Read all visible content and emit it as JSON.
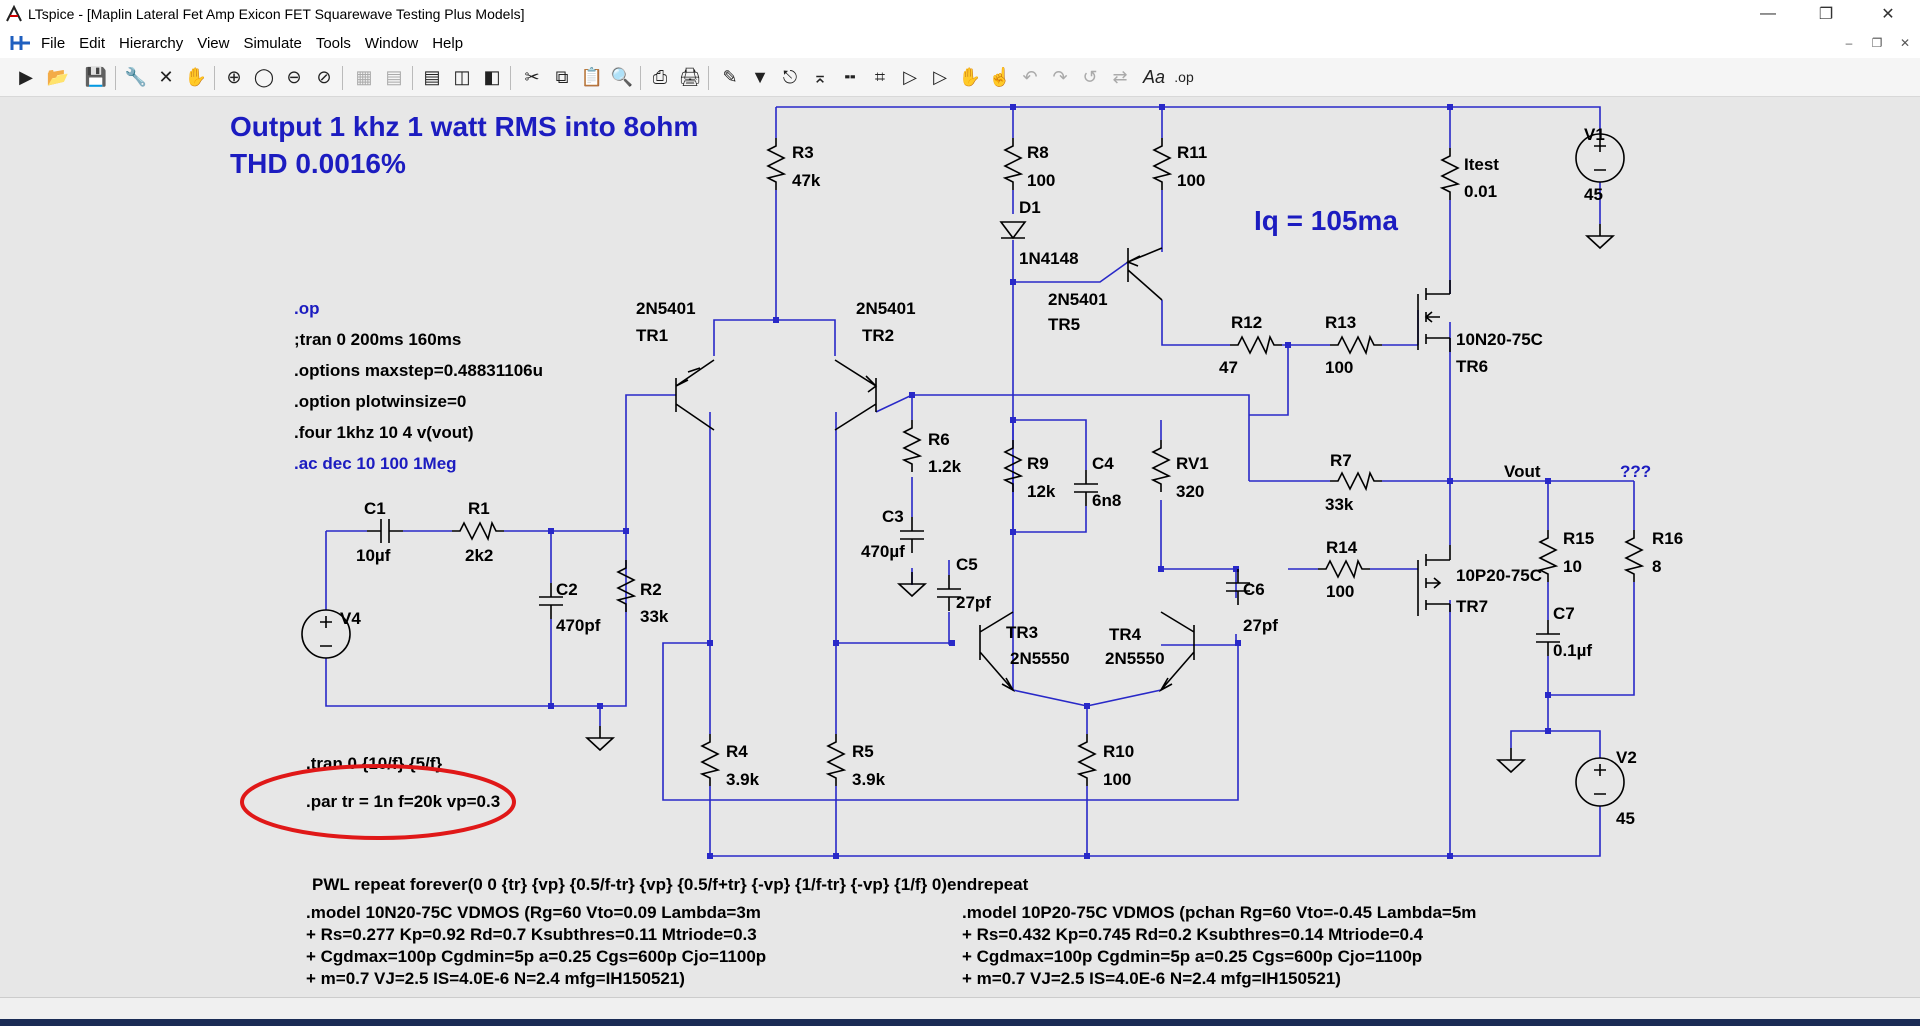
{
  "window": {
    "title": "LTspice - [Maplin Lateral Fet Amp Exicon FET Squarewave Testing Plus Models]"
  },
  "menu": [
    "File",
    "Edit",
    "Hierarchy",
    "View",
    "Simulate",
    "Tools",
    "Window",
    "Help"
  ],
  "toolbar_icons": [
    "run-icon",
    "open-icon",
    "save-icon",
    "control-panel-icon",
    "halt-icon",
    "pan-icon",
    "zoom-in-icon",
    "zoom-area-icon",
    "zoom-out-icon",
    "zoom-cancel-icon",
    "autorange-icon",
    "fit-icon",
    "tile-icon",
    "cascade-icon",
    "close-all-icon",
    "cut-icon",
    "copy-icon",
    "paste-icon",
    "find-icon",
    "print-setup-icon",
    "print-icon",
    "wire-icon",
    "ground-icon",
    "label-icon",
    "resistor-icon",
    "capacitor-icon",
    "inductor-icon",
    "diode-icon",
    "component-icon",
    "move-icon",
    "drag-icon",
    "undo-icon",
    "redo-icon",
    "rotate-icon",
    "mirror-icon",
    "text-icon",
    "spice-directive-icon"
  ],
  "schematic": {
    "heading_line1": "Output 1 khz 1 watt RMS into 8ohm",
    "heading_line2": "THD 0.0016%",
    "iq_label": "Iq = 105ma",
    "directives": {
      "op": ".op",
      "tran_comment": ";tran 0 200ms 160ms",
      "maxstep": ".options maxstep=0.48831106u",
      "plotwinsize": ".option plotwinsize=0",
      "four": ".four 1khz 10 4 v(vout)",
      "ac": ".ac dec 10 100 1Meg",
      "tran": ".tran 0 {10/f} {5/f}",
      "par": ".par tr = 1n f=20k vp=0.3",
      "pwl": "PWL repeat forever(0 0 {tr} {vp} {0.5/f-tr} {vp} {0.5/f+tr} {-vp} {1/f-tr} {-vp} {1/f} 0)endrepeat"
    },
    "models": {
      "nmos": [
        ".model 10N20-75C VDMOS (Rg=60 Vto=0.09 Lambda=3m",
        "+ Rs=0.277 Kp=0.92 Rd=0.7 Ksubthres=0.11 Mtriode=0.3",
        "+ Cgdmax=100p Cgdmin=5p a=0.25 Cgs=600p Cjo=1100p",
        "+ m=0.7 VJ=2.5 IS=4.0E-6 N=2.4 mfg=IH150521)"
      ],
      "pmos": [
        ".model 10P20-75C VDMOS (pchan Rg=60 Vto=-0.45 Lambda=5m",
        "+ Rs=0.432 Kp=0.745 Rd=0.2 Ksubthres=0.14 Mtriode=0.4",
        "+ Cgdmax=100p Cgdmin=5p a=0.25 Cgs=600p Cjo=1100p",
        "+ m=0.7 VJ=2.5 IS=4.0E-6 N=2.4 mfg=IH150521)"
      ]
    },
    "labels": {
      "r3": "R3",
      "r3v": "47k",
      "r8": "R8",
      "r8v": "100",
      "r11": "R11",
      "r11v": "100",
      "d1": "D1",
      "d1v": "1N4148",
      "itest": "Itest",
      "itestv": "0.01",
      "v1": "V1",
      "v1v": "45",
      "v2": "V2",
      "v2v": "45",
      "v4": "V4",
      "tr1t": "2N5401",
      "tr1": "TR1",
      "tr2t": "2N5401",
      "tr2": "TR2",
      "tr5t": "2N5401",
      "tr5": "TR5",
      "r12": "R12",
      "r12v": "47",
      "r13": "R13",
      "r13v": "100",
      "tr6t": "10N20-75C",
      "tr6": "TR6",
      "tr7t": "10P20-75C",
      "tr7": "TR7",
      "r6": "R6",
      "r6v": "1.2k",
      "r9": "R9",
      "r9v": "12k",
      "c4": "C4",
      "c4v": "6n8",
      "rv1": "RV1",
      "rv1v": "320",
      "r7": "R7",
      "r7v": "33k",
      "vout": "Vout",
      "qqq": "???",
      "c1": "C1",
      "c1v": "10µf",
      "r1": "R1",
      "r1v": "2k2",
      "c3": "C3",
      "c3v": "470µf",
      "c5": "C5",
      "c5v": "27pf",
      "r14": "R14",
      "r14v": "100",
      "r15": "R15",
      "r15v": "10",
      "r16": "R16",
      "r16v": "8",
      "c2": "C2",
      "c2v": "470pf",
      "r2": "R2",
      "r2v": "33k",
      "tr3": "TR3",
      "tr3t": "2N5550",
      "tr4": "TR4",
      "tr4t": "2N5550",
      "c6": "C6",
      "c6v": "27pf",
      "c7": "C7",
      "c7v": "0.1µf",
      "r4": "R4",
      "r4v": "3.9k",
      "r5": "R5",
      "r5v": "3.9k",
      "r10": "R10",
      "r10v": "100"
    },
    "colors": {
      "wire": "#2929c8",
      "component": "#000000",
      "blue_text": "#1c1cc0",
      "annotation": "#e01818"
    }
  }
}
